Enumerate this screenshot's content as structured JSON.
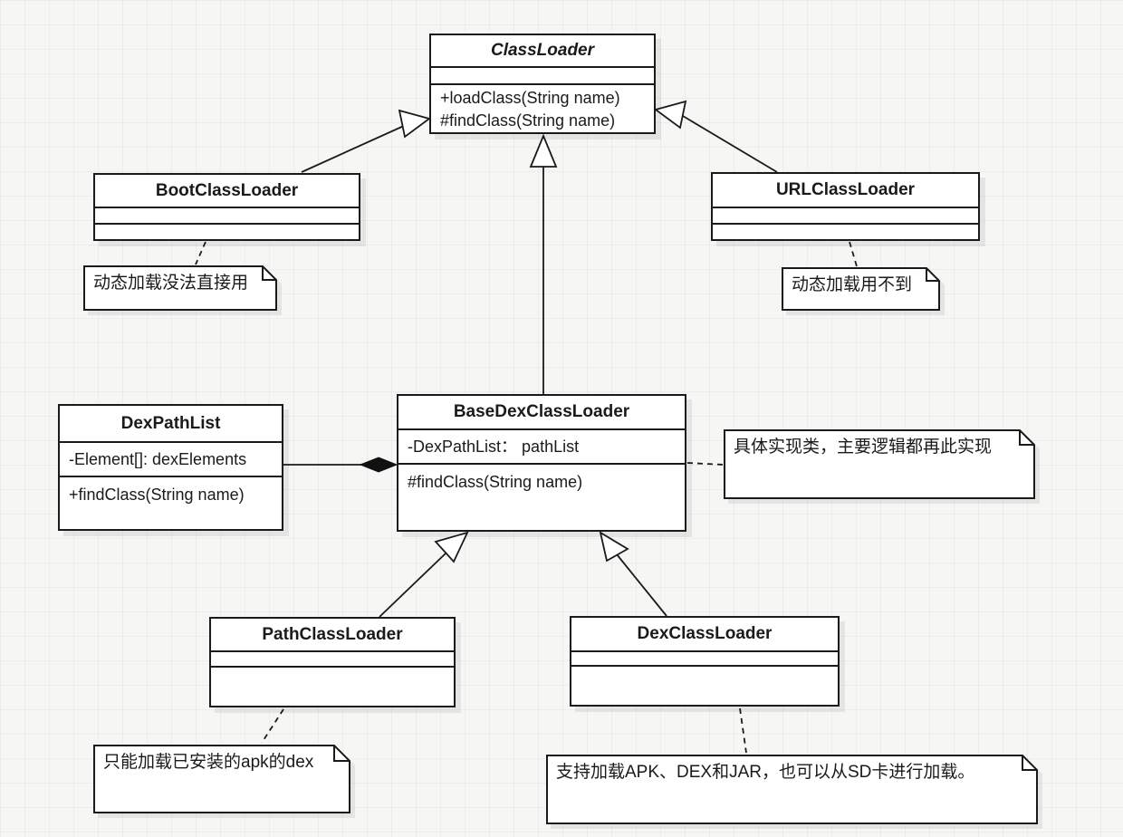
{
  "colors": {
    "line": "#1a1a1a",
    "box_fill": "#ffffff",
    "background": "#f6f7f5"
  },
  "classes": {
    "classloader": {
      "name": "ClassLoader",
      "abstract": true,
      "fields": [],
      "methods": [
        "+loadClass(String name)",
        "#findClass(String name)"
      ]
    },
    "bootclassloader": {
      "name": "BootClassLoader",
      "fields": [],
      "methods": []
    },
    "urlclassloader": {
      "name": "URLClassLoader",
      "fields": [],
      "methods": []
    },
    "basedexclassloader": {
      "name": "BaseDexClassLoader",
      "fields": [
        "-DexPathList： pathList"
      ],
      "methods": [
        "#findClass(String name)"
      ]
    },
    "dexpathlist": {
      "name": "DexPathList",
      "fields": [
        "-Element[]: dexElements"
      ],
      "methods": [
        "+findClass(String name)"
      ]
    },
    "pathclassloader": {
      "name": "PathClassLoader",
      "fields": [],
      "methods": []
    },
    "dexclassloader": {
      "name": "DexClassLoader",
      "fields": [],
      "methods": []
    }
  },
  "notes": {
    "bootclassloader_note": "动态加载没法直接用",
    "urlclassloader_note": "动态加载用不到",
    "basedexclassloader_note": "具体实现类，主要逻辑都再此实现",
    "pathclassloader_note": "只能加载已安装的apk的dex",
    "dexclassloader_note": "支持加载APK、DEX和JAR，也可以从SD卡进行加载。"
  },
  "relations": [
    {
      "type": "generalization",
      "from": "BootClassLoader",
      "to": "ClassLoader"
    },
    {
      "type": "generalization",
      "from": "URLClassLoader",
      "to": "ClassLoader"
    },
    {
      "type": "generalization",
      "from": "BaseDexClassLoader",
      "to": "ClassLoader"
    },
    {
      "type": "generalization",
      "from": "PathClassLoader",
      "to": "BaseDexClassLoader"
    },
    {
      "type": "generalization",
      "from": "DexClassLoader",
      "to": "BaseDexClassLoader"
    },
    {
      "type": "composition",
      "from": "DexPathList",
      "to": "BaseDexClassLoader"
    },
    {
      "type": "note-link",
      "from": "BootClassLoader",
      "to": "bootclassloader_note"
    },
    {
      "type": "note-link",
      "from": "URLClassLoader",
      "to": "urlclassloader_note"
    },
    {
      "type": "note-link",
      "from": "BaseDexClassLoader",
      "to": "basedexclassloader_note"
    },
    {
      "type": "note-link",
      "from": "PathClassLoader",
      "to": "pathclassloader_note"
    },
    {
      "type": "note-link",
      "from": "DexClassLoader",
      "to": "dexclassloader_note"
    }
  ]
}
